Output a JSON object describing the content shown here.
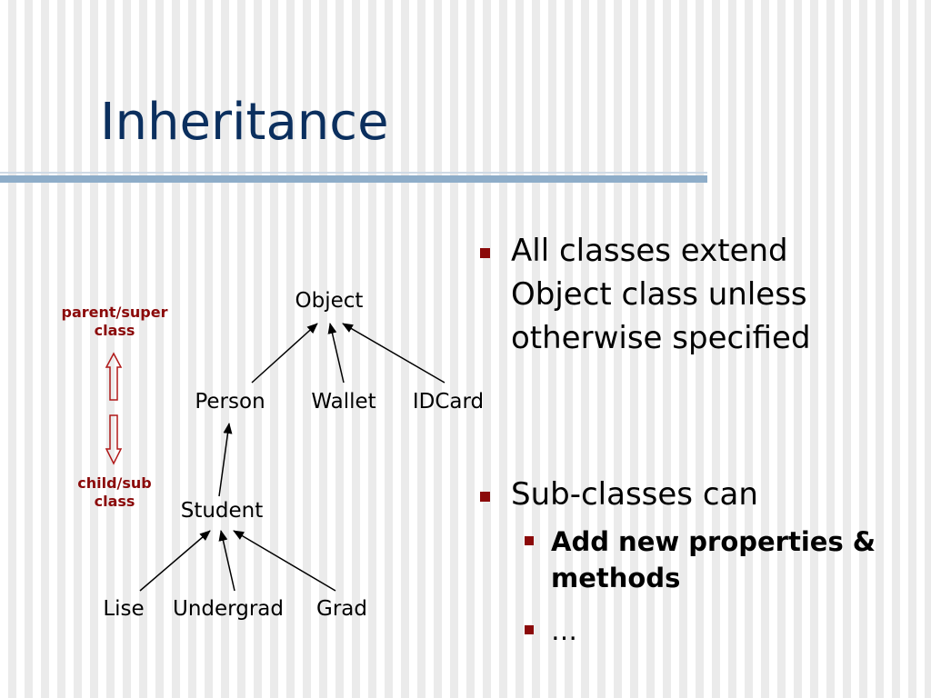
{
  "slide": {
    "title": "Inheritance",
    "labels": {
      "parent": [
        "parent/super",
        "class"
      ],
      "child": [
        "child/sub",
        "class"
      ]
    },
    "tree": {
      "object": "Object",
      "person": "Person",
      "wallet": "Wallet",
      "idcard": "IDCard",
      "student": "Student",
      "lise": "Lise",
      "undergrad": "Undergrad",
      "grad": "Grad"
    },
    "bullets": [
      {
        "text": "All classes extend Object class unless otherwise specified"
      },
      {
        "text": "Sub-classes can",
        "children": [
          "Add new properties & methods",
          "…"
        ]
      }
    ]
  },
  "colors": {
    "title": "#0b2f5e",
    "accent": "#8b0a0a",
    "rule": "#8eadc9"
  }
}
